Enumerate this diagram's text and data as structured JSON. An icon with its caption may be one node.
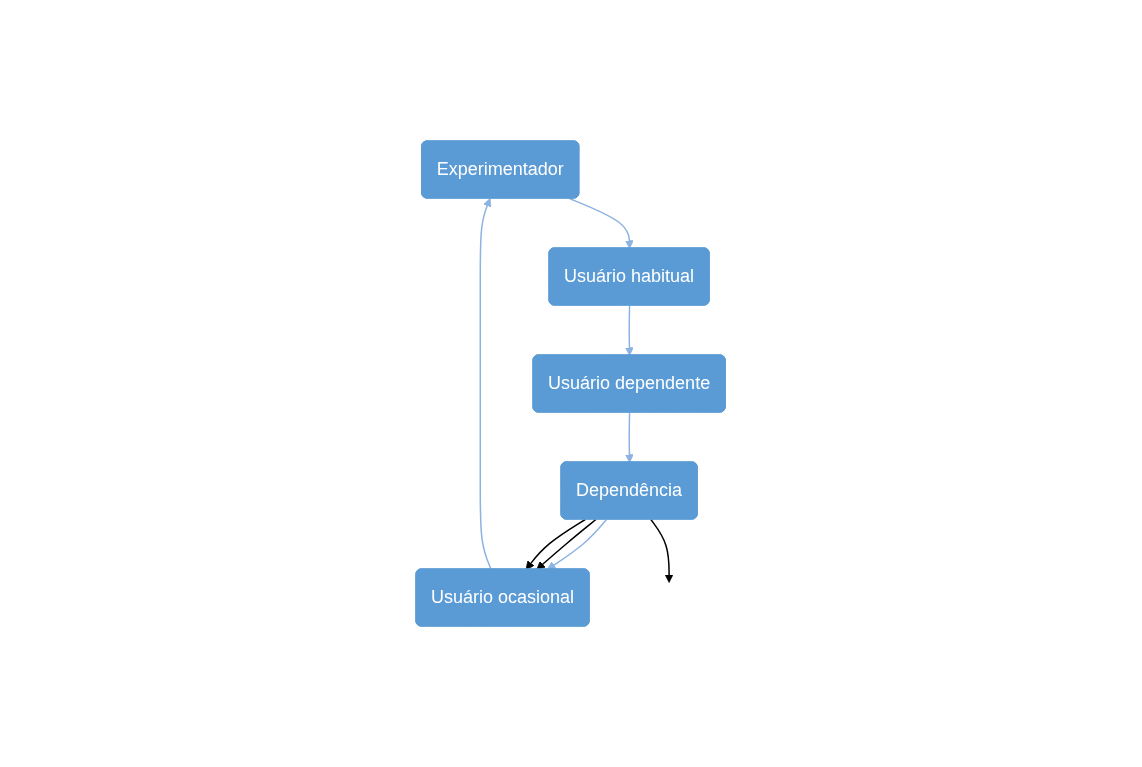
{
  "diagram": {
    "nodes": [
      {
        "text": [
          "Experimentador"
        ]
      },
      {
        "text": [
          "Usuário ocasional"
        ]
      },
      {
        "text": [
          "Usuário habitual"
        ]
      },
      {
        "text": [
          "Dependência"
        ]
      },
      {
        "text": [
          "Usuário dependente"
        ]
      }
    ],
    "edges": [
      {
        "from": 0,
        "to": 2,
        "arrow": "to"
      },
      {
        "from": 2,
        "to": 4,
        "arrow": "to"
      },
      {
        "from": 4,
        "to": 3,
        "arrow": "to"
      },
      {
        "from": 3,
        "to": 1,
        "arrow": "to"
      },
      {
        "from": 1,
        "to": 0,
        "arrow": "to"
      },
      {
        "from": 3,
        "to": 1,
        "arrow": "to",
        "color": "#000000"
      },
      {
        "from": 3,
        "to": 1,
        "arrow": "to",
        "color": "#000000"
      },
      {
        "from": 3,
        "to": null,
        "arrow": "to",
        "color": "#000000"
      }
    ]
  }
}
